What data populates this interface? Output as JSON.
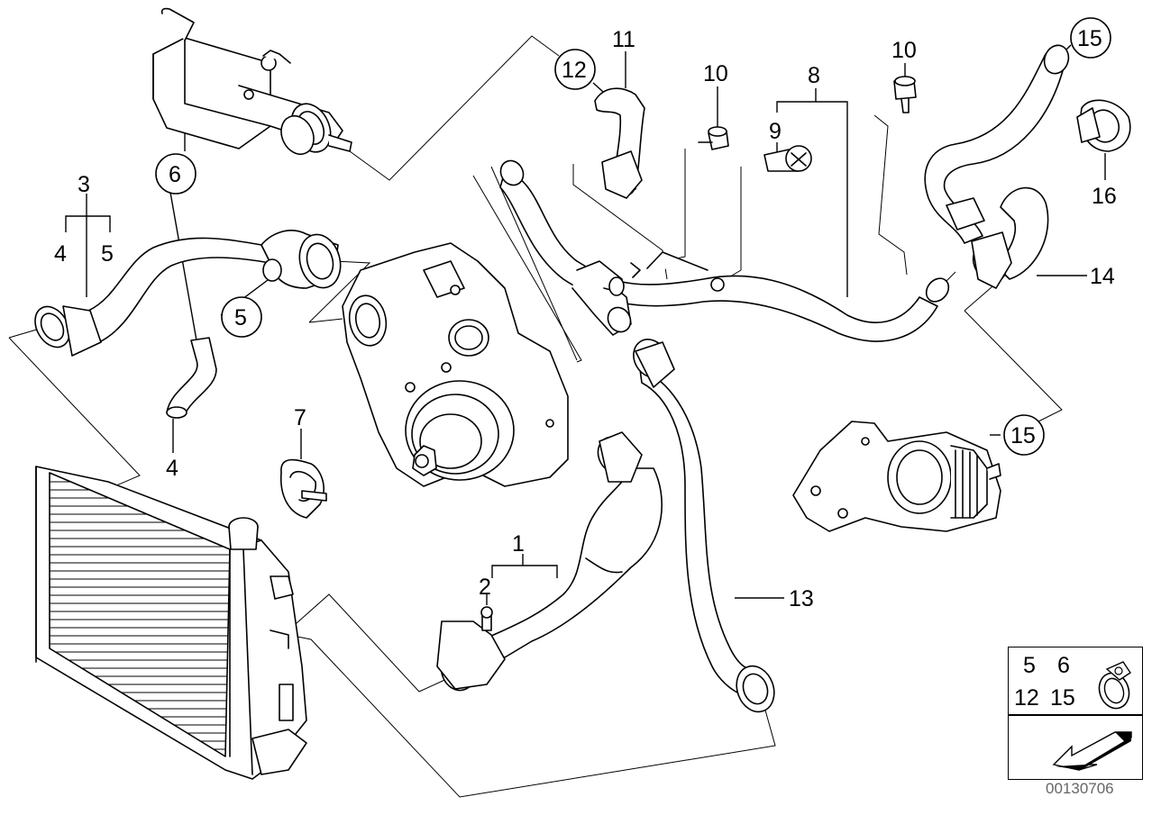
{
  "diagram": {
    "callouts": {
      "c1": "1",
      "c2": "2",
      "c3": "3",
      "c4a": "4",
      "c4b": "4",
      "c5a": "5",
      "c5b": "5",
      "c6": "6",
      "c7": "7",
      "c8": "8",
      "c9": "9",
      "c10a": "10",
      "c10b": "10",
      "c11": "11",
      "c12": "12",
      "c13": "13",
      "c14": "14",
      "c15a": "15",
      "c15b": "15",
      "c16": "16"
    },
    "inset": {
      "n5": "5",
      "n6": "6",
      "n12": "12",
      "n15": "15"
    },
    "image_code": "00130706"
  }
}
